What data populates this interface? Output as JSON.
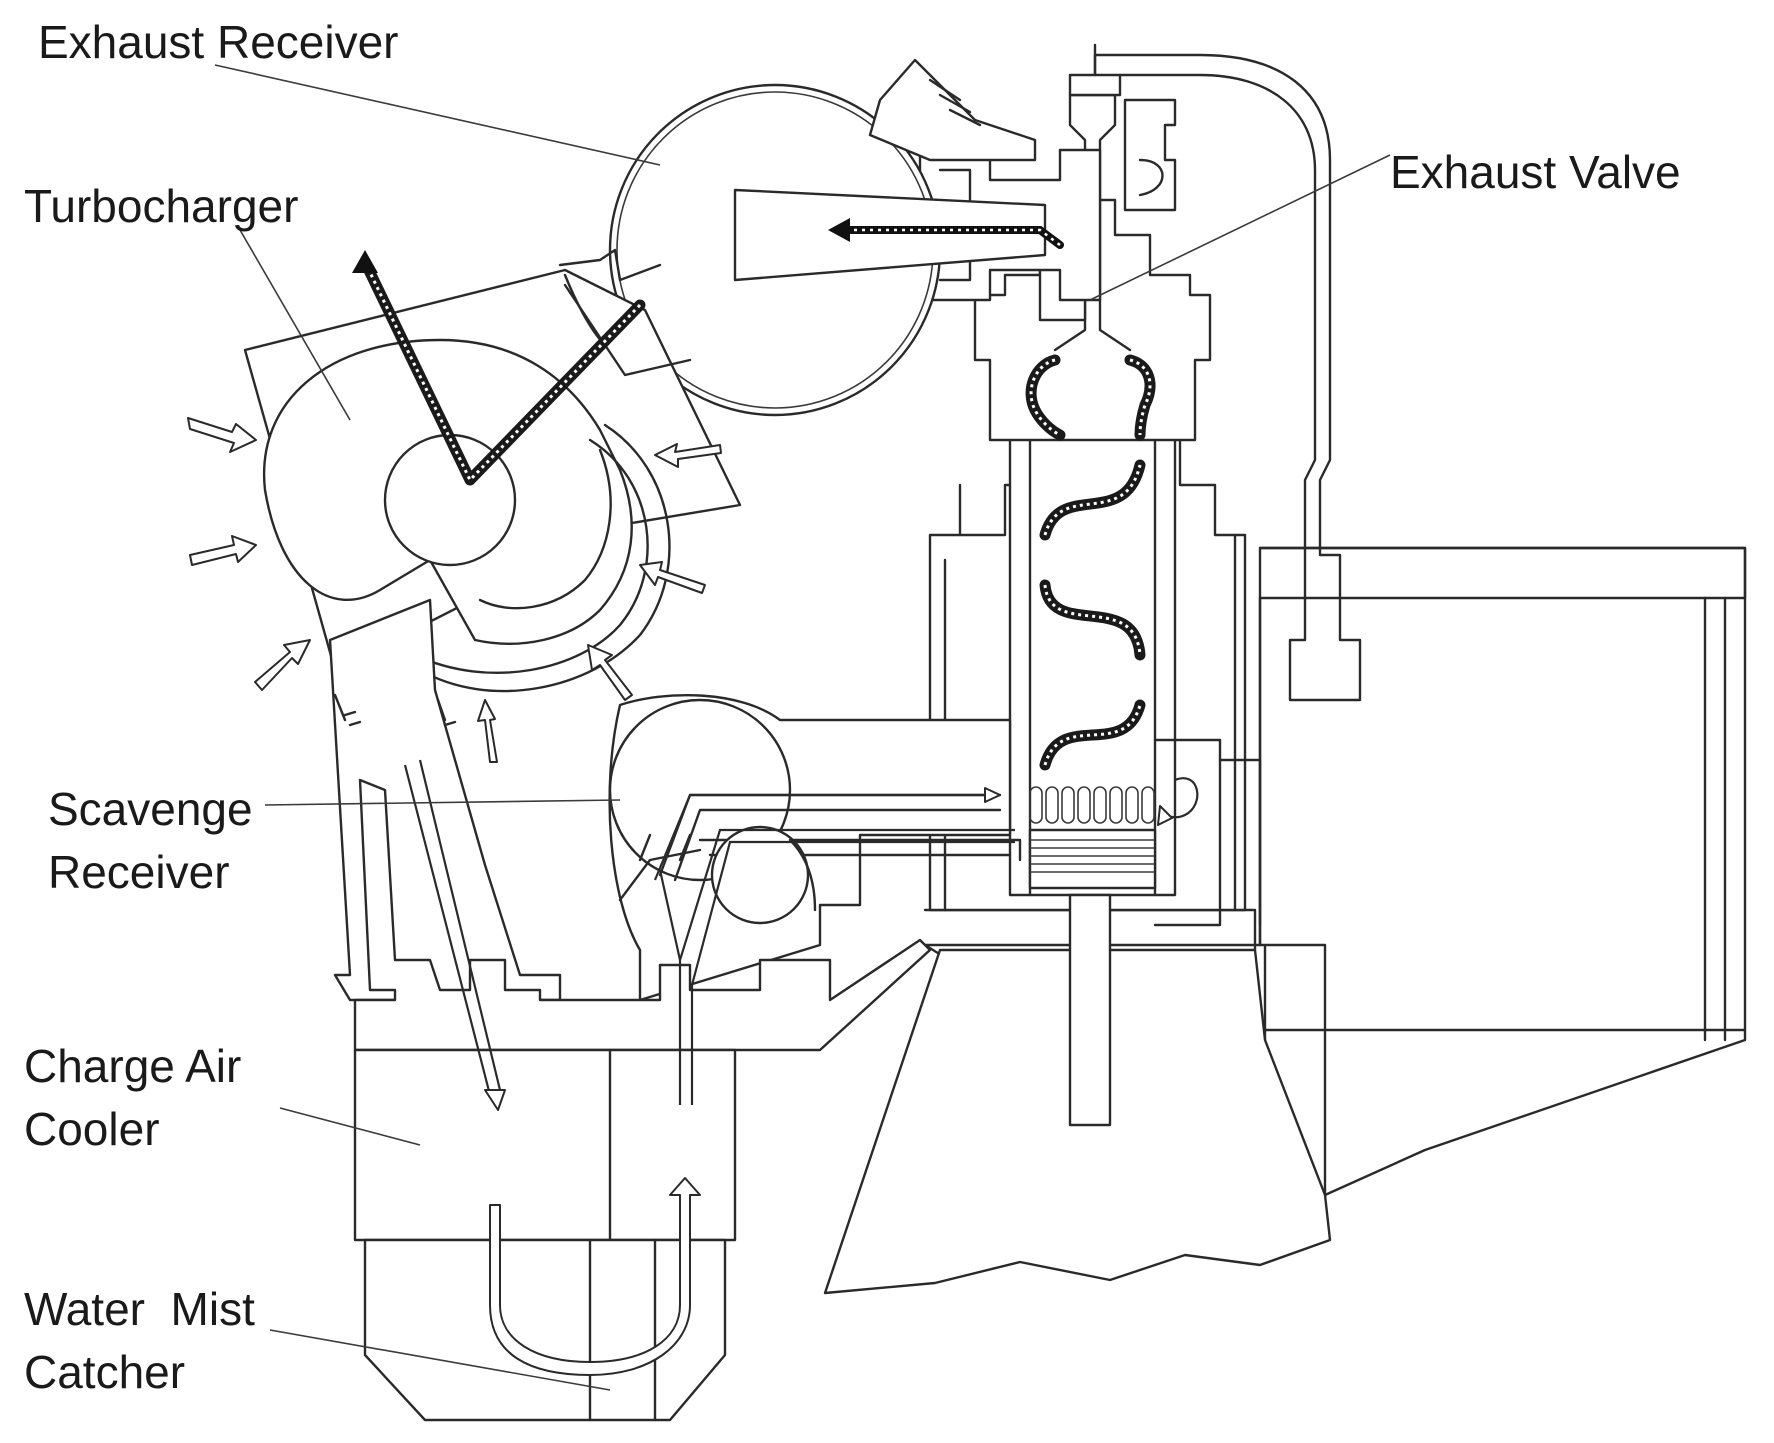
{
  "labels": {
    "exhaust_receiver": "Exhaust Receiver",
    "turbocharger": "Turbocharger",
    "exhaust_valve": "Exhaust Valve",
    "scavenge_receiver_line1": "Scavenge",
    "scavenge_receiver_line2": "Receiver",
    "charge_air_cooler_line1": "Charge Air",
    "charge_air_cooler_line2": "Cooler",
    "water_mist_catcher_line1": "Water  Mist",
    "water_mist_catcher_line2": "Catcher"
  },
  "colors": {
    "line": "#2a2a2a",
    "background": "#ffffff",
    "text": "#1a1a1a"
  }
}
